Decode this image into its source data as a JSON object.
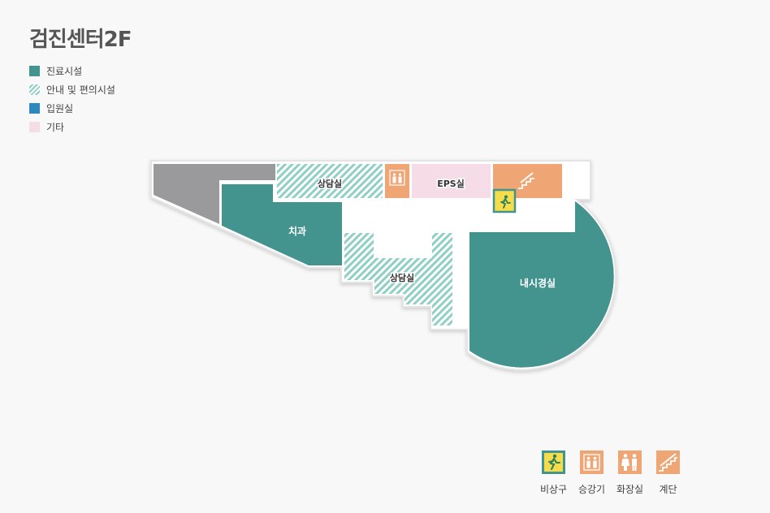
{
  "title": "검진센터2F",
  "legend": [
    {
      "label": "진료시설",
      "icon": "solid-teal-swatch"
    },
    {
      "label": "안내 및 편의시설",
      "icon": "hatched-teal-swatch"
    },
    {
      "label": "입원실",
      "icon": "solid-blue-swatch"
    },
    {
      "label": "기타",
      "icon": "pink-swatch"
    }
  ],
  "rooms": {
    "counsel_top": "상담실",
    "eps": "EPS실",
    "dental": "치과",
    "counsel_bottom": "상담실",
    "endoscopy": "내시경실"
  },
  "facilities": [
    {
      "label": "비상구",
      "icon": "emergency-exit-icon"
    },
    {
      "label": "승강기",
      "icon": "elevator-icon"
    },
    {
      "label": "화장실",
      "icon": "restroom-icon"
    },
    {
      "label": "계단",
      "icon": "stairs-icon"
    }
  ],
  "colors": {
    "clinic": "#43938f",
    "info_hatch": "#8fcfc4",
    "inpatient": "#2f87bf",
    "other": "#f6dce7",
    "facility": "#f0a574",
    "exit": "#f5dc4a",
    "restricted": "#9a9a9c"
  }
}
